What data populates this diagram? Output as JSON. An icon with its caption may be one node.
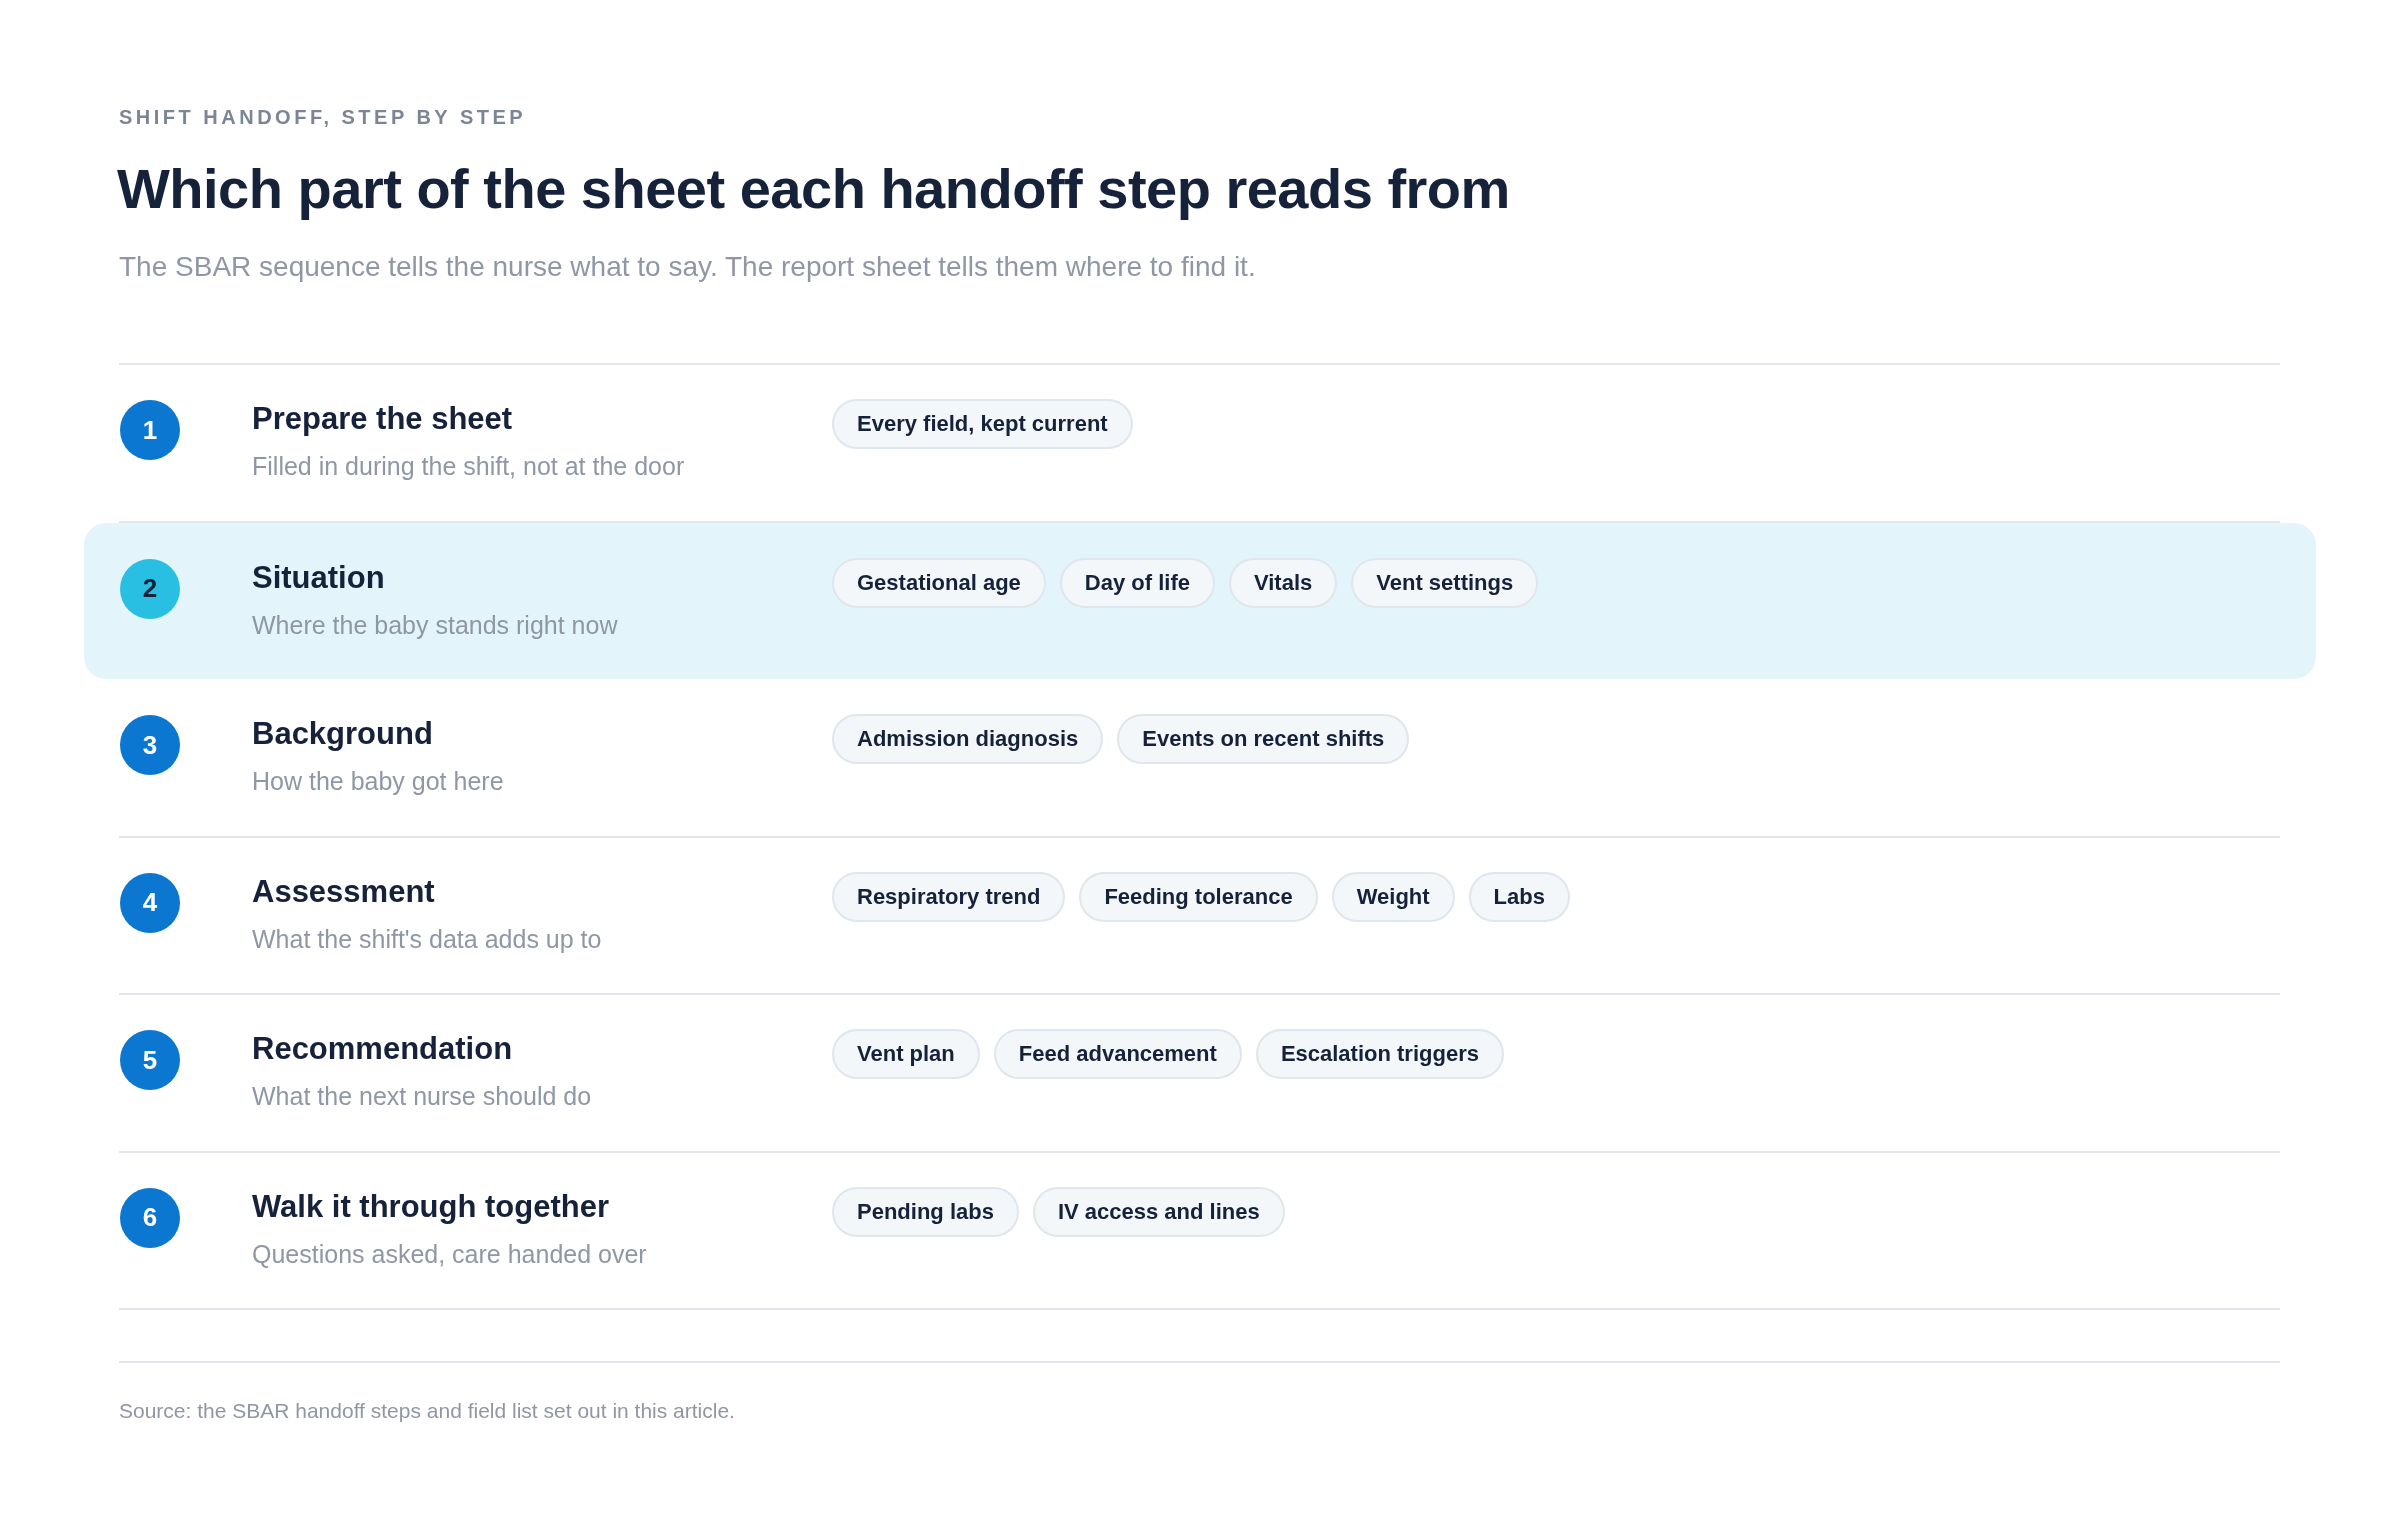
{
  "diagram": {
    "title": "Which part of the sheet each handoff step reads from",
    "caption": "Source: the SBAR handoff steps and field list set out in this article.",
    "labels": [
      "SHIFT HANDOFF, STEP BY STEP",
      "The SBAR sequence tells the nurse what to say. The report sheet tells them where to find it."
    ],
    "nodes": [
      {
        "text": [
          "Prepare the sheet",
          "Filled in during the shift, not at the door"
        ]
      },
      {
        "text": [
          "1"
        ],
        "in": 0
      },
      {
        "text": [
          "Every field, kept current"
        ],
        "in": 0
      },
      {
        "text": [
          "Situation",
          "Where the baby stands right now"
        ]
      },
      {
        "text": [
          "2"
        ],
        "in": 3
      },
      {
        "text": [
          "Gestational age"
        ],
        "in": 3
      },
      {
        "text": [
          "Day of life"
        ],
        "in": 3
      },
      {
        "text": [
          "Vitals"
        ],
        "in": 3
      },
      {
        "text": [
          "Vent settings"
        ],
        "in": 3
      },
      {
        "text": [
          "Background",
          "How the baby got here"
        ]
      },
      {
        "text": [
          "3"
        ],
        "in": 9
      },
      {
        "text": [
          "Admission diagnosis"
        ],
        "in": 9
      },
      {
        "text": [
          "Events on recent shifts"
        ],
        "in": 9
      },
      {
        "text": [
          "Assessment",
          "What the shift's data adds up to"
        ]
      },
      {
        "text": [
          "4"
        ],
        "in": 13
      },
      {
        "text": [
          "Respiratory trend"
        ],
        "in": 13
      },
      {
        "text": [
          "Feeding tolerance"
        ],
        "in": 13
      },
      {
        "text": [
          "Weight"
        ],
        "in": 13
      },
      {
        "text": [
          "Labs"
        ],
        "in": 13
      },
      {
        "text": [
          "Recommendation",
          "What the next nurse should do"
        ]
      },
      {
        "text": [
          "5"
        ],
        "in": 19
      },
      {
        "text": [
          "Vent plan"
        ],
        "in": 19
      },
      {
        "text": [
          "Feed advancement"
        ],
        "in": 19
      },
      {
        "text": [
          "Escalation triggers"
        ],
        "in": 19
      },
      {
        "text": [
          "Walk it through together",
          "Questions asked, care handed over"
        ]
      },
      {
        "text": [
          "6"
        ],
        "in": 24
      },
      {
        "text": [
          "Pending labs"
        ],
        "in": 24
      },
      {
        "text": [
          "IV access and lines"
        ],
        "in": 24
      }
    ]
  }
}
